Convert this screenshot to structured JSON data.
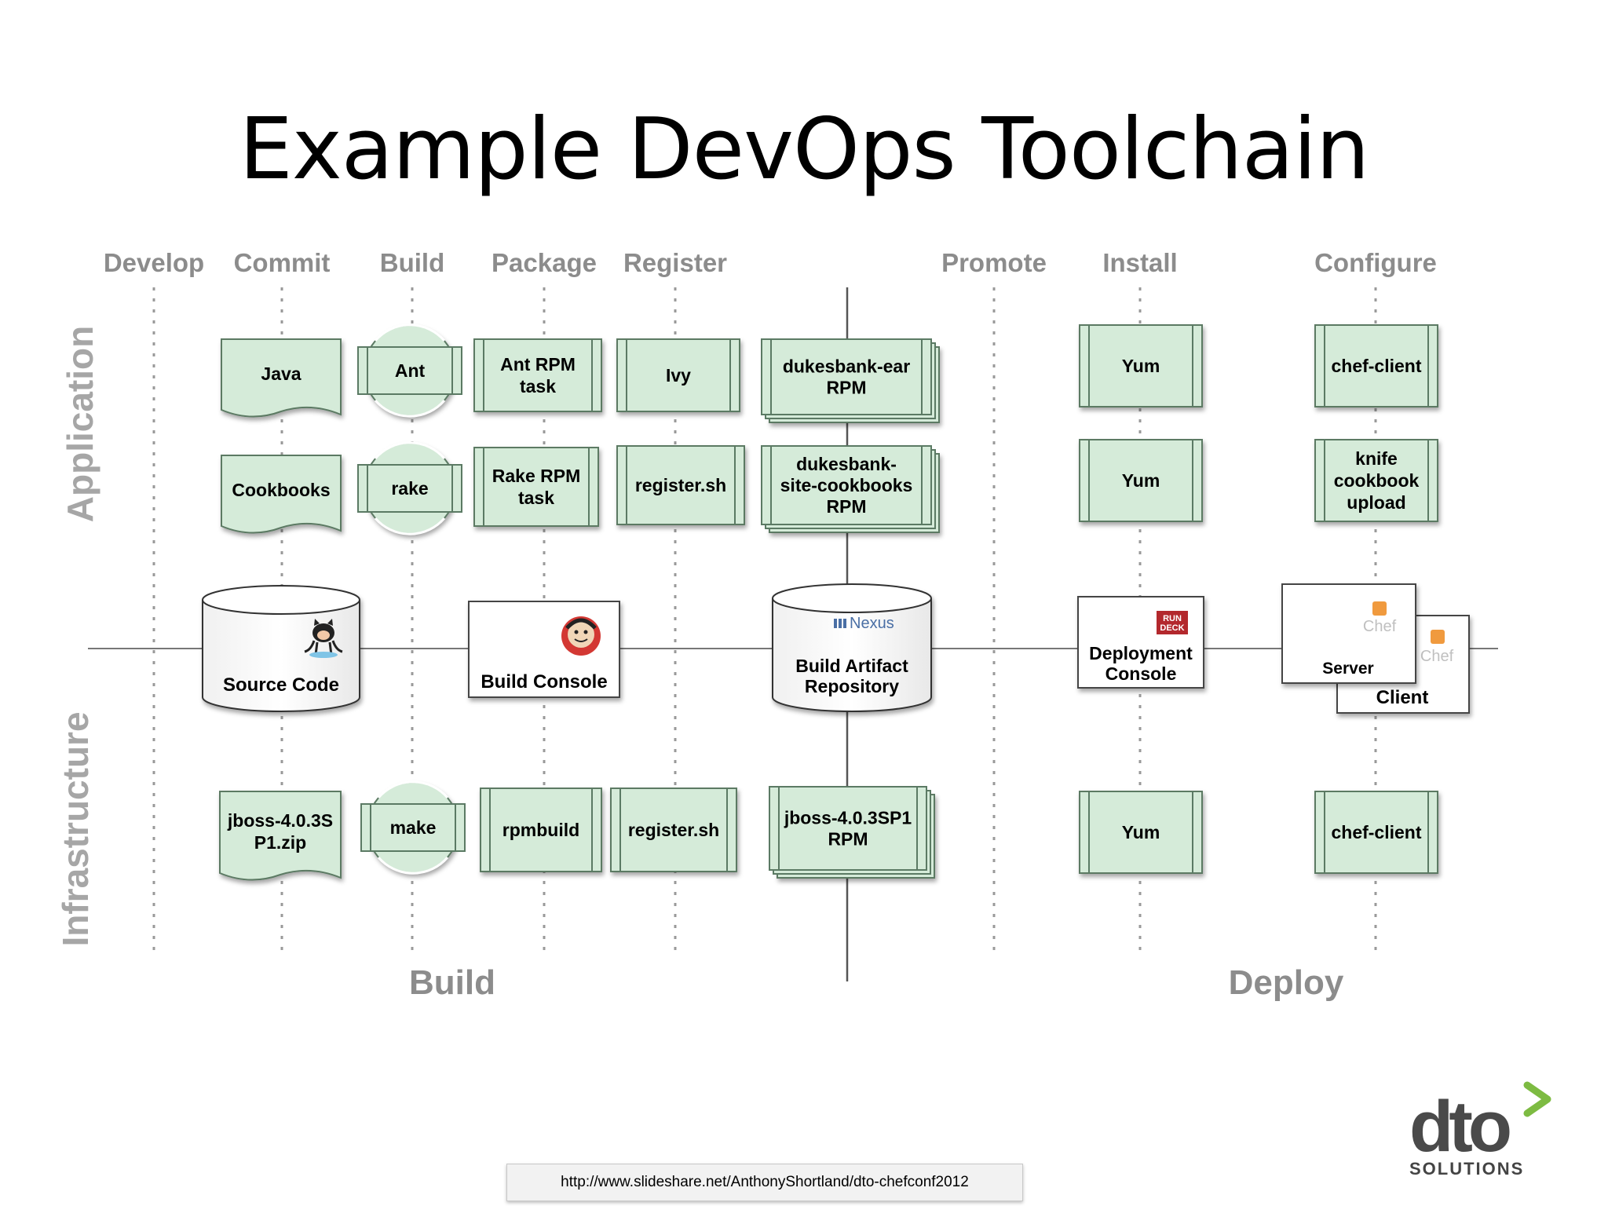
{
  "title": "Example DevOps Toolchain",
  "stages": [
    "Develop",
    "Commit",
    "Build",
    "Package",
    "Register",
    "Promote",
    "Install",
    "Configure"
  ],
  "lanes": {
    "application": "Application",
    "infrastructure": "Infrastructure"
  },
  "phases": {
    "build": "Build",
    "deploy": "Deploy"
  },
  "nodes": {
    "java": "Java",
    "cookbooks": "Cookbooks",
    "jboss_zip": [
      "jboss-4.0.3S",
      "P1.zip"
    ],
    "ant": "Ant",
    "rake": "rake",
    "make": "make",
    "ant_rpm_task": [
      "Ant RPM",
      "task"
    ],
    "rake_rpm_task": [
      "Rake RPM",
      "task"
    ],
    "rpmbuild": "rpmbuild",
    "ivy": "Ivy",
    "register_app": "register.sh",
    "register_infra": "register.sh",
    "dukesbank_ear_rpm": [
      "dukesbank-ear",
      "RPM"
    ],
    "dukesbank_cookbooks_rpm": [
      "dukesbank-",
      "site-cookbooks",
      "RPM"
    ],
    "jboss_rpm": [
      "jboss-4.0.3SP1",
      "RPM"
    ],
    "yum_1": "Yum",
    "yum_2": "Yum",
    "yum_3": "Yum",
    "chef_client_1": "chef-client",
    "knife_upload": [
      "knife",
      "cookbook",
      "upload"
    ],
    "chef_client_2": "chef-client",
    "source_code": "Source Code",
    "build_console": "Build Console",
    "build_artifact_repo": [
      "Build Artifact",
      "Repository"
    ],
    "nexus_label": "Nexus",
    "deployment_console": [
      "Deployment",
      "Console"
    ],
    "chef_server": "Server",
    "chef_client_box": "Client",
    "chef_logo_text": "Chef",
    "rundeck_logo_text": [
      "RUN",
      "DECK"
    ]
  },
  "footer_url": "http://www.slideshare.net/AnthonyShortland/dto-chefconf2012",
  "logo": {
    "text": "dto",
    "subtitle": "SOLUTIONS"
  },
  "colors": {
    "node_fill": "#d5ebd9",
    "node_stroke": "#5b7a64",
    "header_gray": "#8c8c8c",
    "lane_gray": "#a6a6a6",
    "chef_orange": "#f09a3e",
    "rundeck_red": "#b3282d",
    "logo_green": "#7dbb42",
    "logo_gray": "#4a4a4a"
  }
}
